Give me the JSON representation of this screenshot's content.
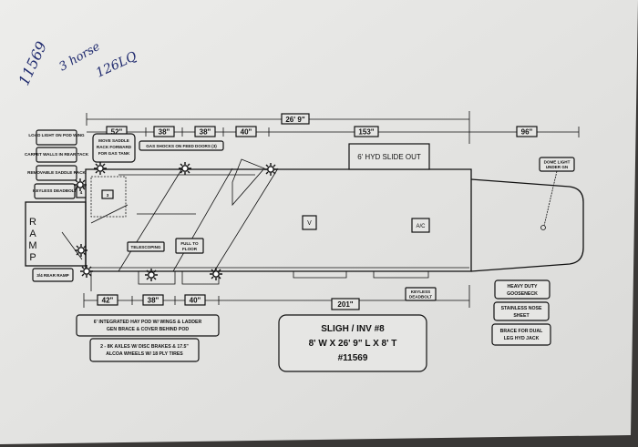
{
  "handwriting": {
    "line1": "11569",
    "line2": "3 horse",
    "line3": "126LQ"
  },
  "dimensions": {
    "overall": "26' 9\"",
    "top": [
      "52\"",
      "38\"",
      "38\"",
      "40\"",
      "153\"",
      "96\""
    ],
    "bottom": [
      "42\"",
      "38\"",
      "40\"",
      "201\""
    ]
  },
  "left_notes": [
    "LOAD LIGHT ON POD WING",
    "CARPET WALLS IN REAR TACK",
    "REMOVABLE SADDLE RACK",
    "KEYLESS DEADBOLT"
  ],
  "rear_ramp_note": "3/4 REAR RAMP",
  "ramp_letters": [
    "R",
    "A",
    "M",
    "P"
  ],
  "saddle_note": [
    "MOVE SADDLE",
    "RACK FORWARD",
    "FOR GAS TANK"
  ],
  "gas_shocks_note": "GAS SHOCKS ON FEED DOORS (3)",
  "telescoping": "TELESCOPING",
  "full_to_floor": [
    "FULL TO",
    "FLOOR"
  ],
  "tack_markers": [
    "4",
    "3"
  ],
  "slide_out": "6' HYD SLIDE OUT",
  "vent": "V",
  "ac": "A/C",
  "dome_light": [
    "DOME LIGHT",
    "UNDER GN"
  ],
  "keyless_deadbolt": [
    "KEYLESS",
    "DEADBOLT"
  ],
  "right_notes": [
    [
      "HEAVY DUTY",
      "GOOSENECK"
    ],
    [
      "STAINLESS NOSE",
      "SHEET"
    ],
    [
      "BRACE FOR DUAL",
      "LEG HYD JACK"
    ]
  ],
  "pod_note": [
    "6' INTEGRATED HAY POD W/ WINGS & LADDER",
    "GEN BRACE & COVER BEHIND POD"
  ],
  "axle_note": [
    "2 - 8K AXLES W/ DISC BRAKES & 17.5\"",
    "ALCOA WHEELS W/ 18 PLY TIRES"
  ],
  "title": [
    "SLIGH / INV #8",
    "8' W X 26' 9\" L X 8' T",
    "#11569"
  ]
}
